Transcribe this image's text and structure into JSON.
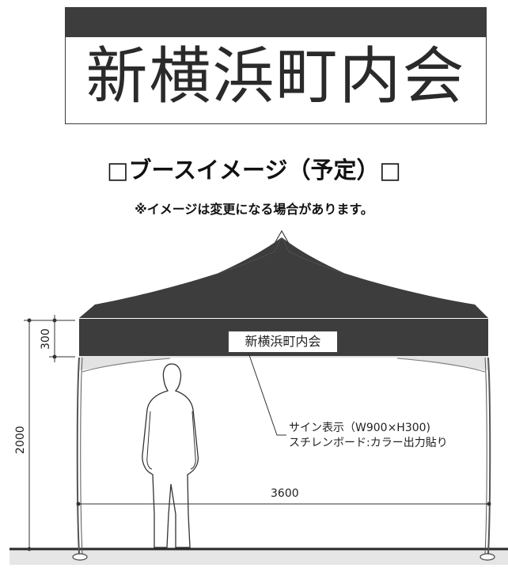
{
  "sign": {
    "name": "新横浜町内会"
  },
  "heading": {
    "title": "□ブースイメージ（予定）□",
    "note": "※イメージは変更になる場合があります。"
  },
  "tent": {
    "sign_label": "新横浜町内会",
    "callout_line1": "サイン表示（W900×H300)",
    "callout_line2": "スチレンボード:カラー出力貼り"
  },
  "dimensions": {
    "sign_height": "300",
    "tent_height": "2000",
    "tent_width": "3600"
  },
  "colors": {
    "dark": "#3d3d3d",
    "line": "#222222",
    "ground": "#dddddd"
  }
}
